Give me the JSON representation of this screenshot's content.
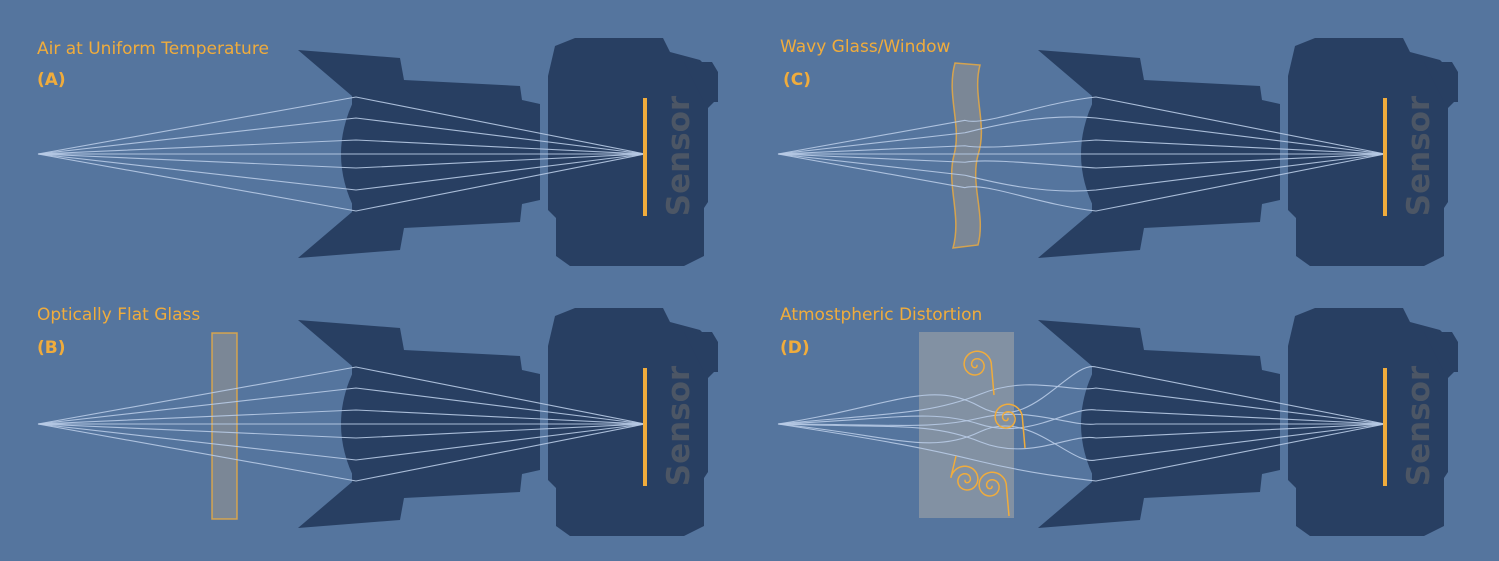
{
  "colors": {
    "background": "#55759e",
    "camera": "#283f62",
    "ray": "#b8cbe6",
    "accent": "#f0ac3c",
    "sensor_text": "#4c5665",
    "glass_fill": "#9a9590"
  },
  "panels": [
    {
      "id": "A",
      "title": "Air at Uniform Temperature",
      "letter": "(A)",
      "sensor_label": "Sensor",
      "medium": "none"
    },
    {
      "id": "C",
      "title": "Wavy Glass/Window",
      "letter": "(C)",
      "sensor_label": "Sensor",
      "medium": "wavy-glass"
    },
    {
      "id": "B",
      "title": "Optically Flat Glass",
      "letter": "(B)",
      "sensor_label": "Sensor",
      "medium": "flat-glass"
    },
    {
      "id": "D",
      "title": "Atmostpheric Distortion",
      "letter": "(D)",
      "sensor_label": "Sensor",
      "medium": "turbulent-air"
    }
  ]
}
